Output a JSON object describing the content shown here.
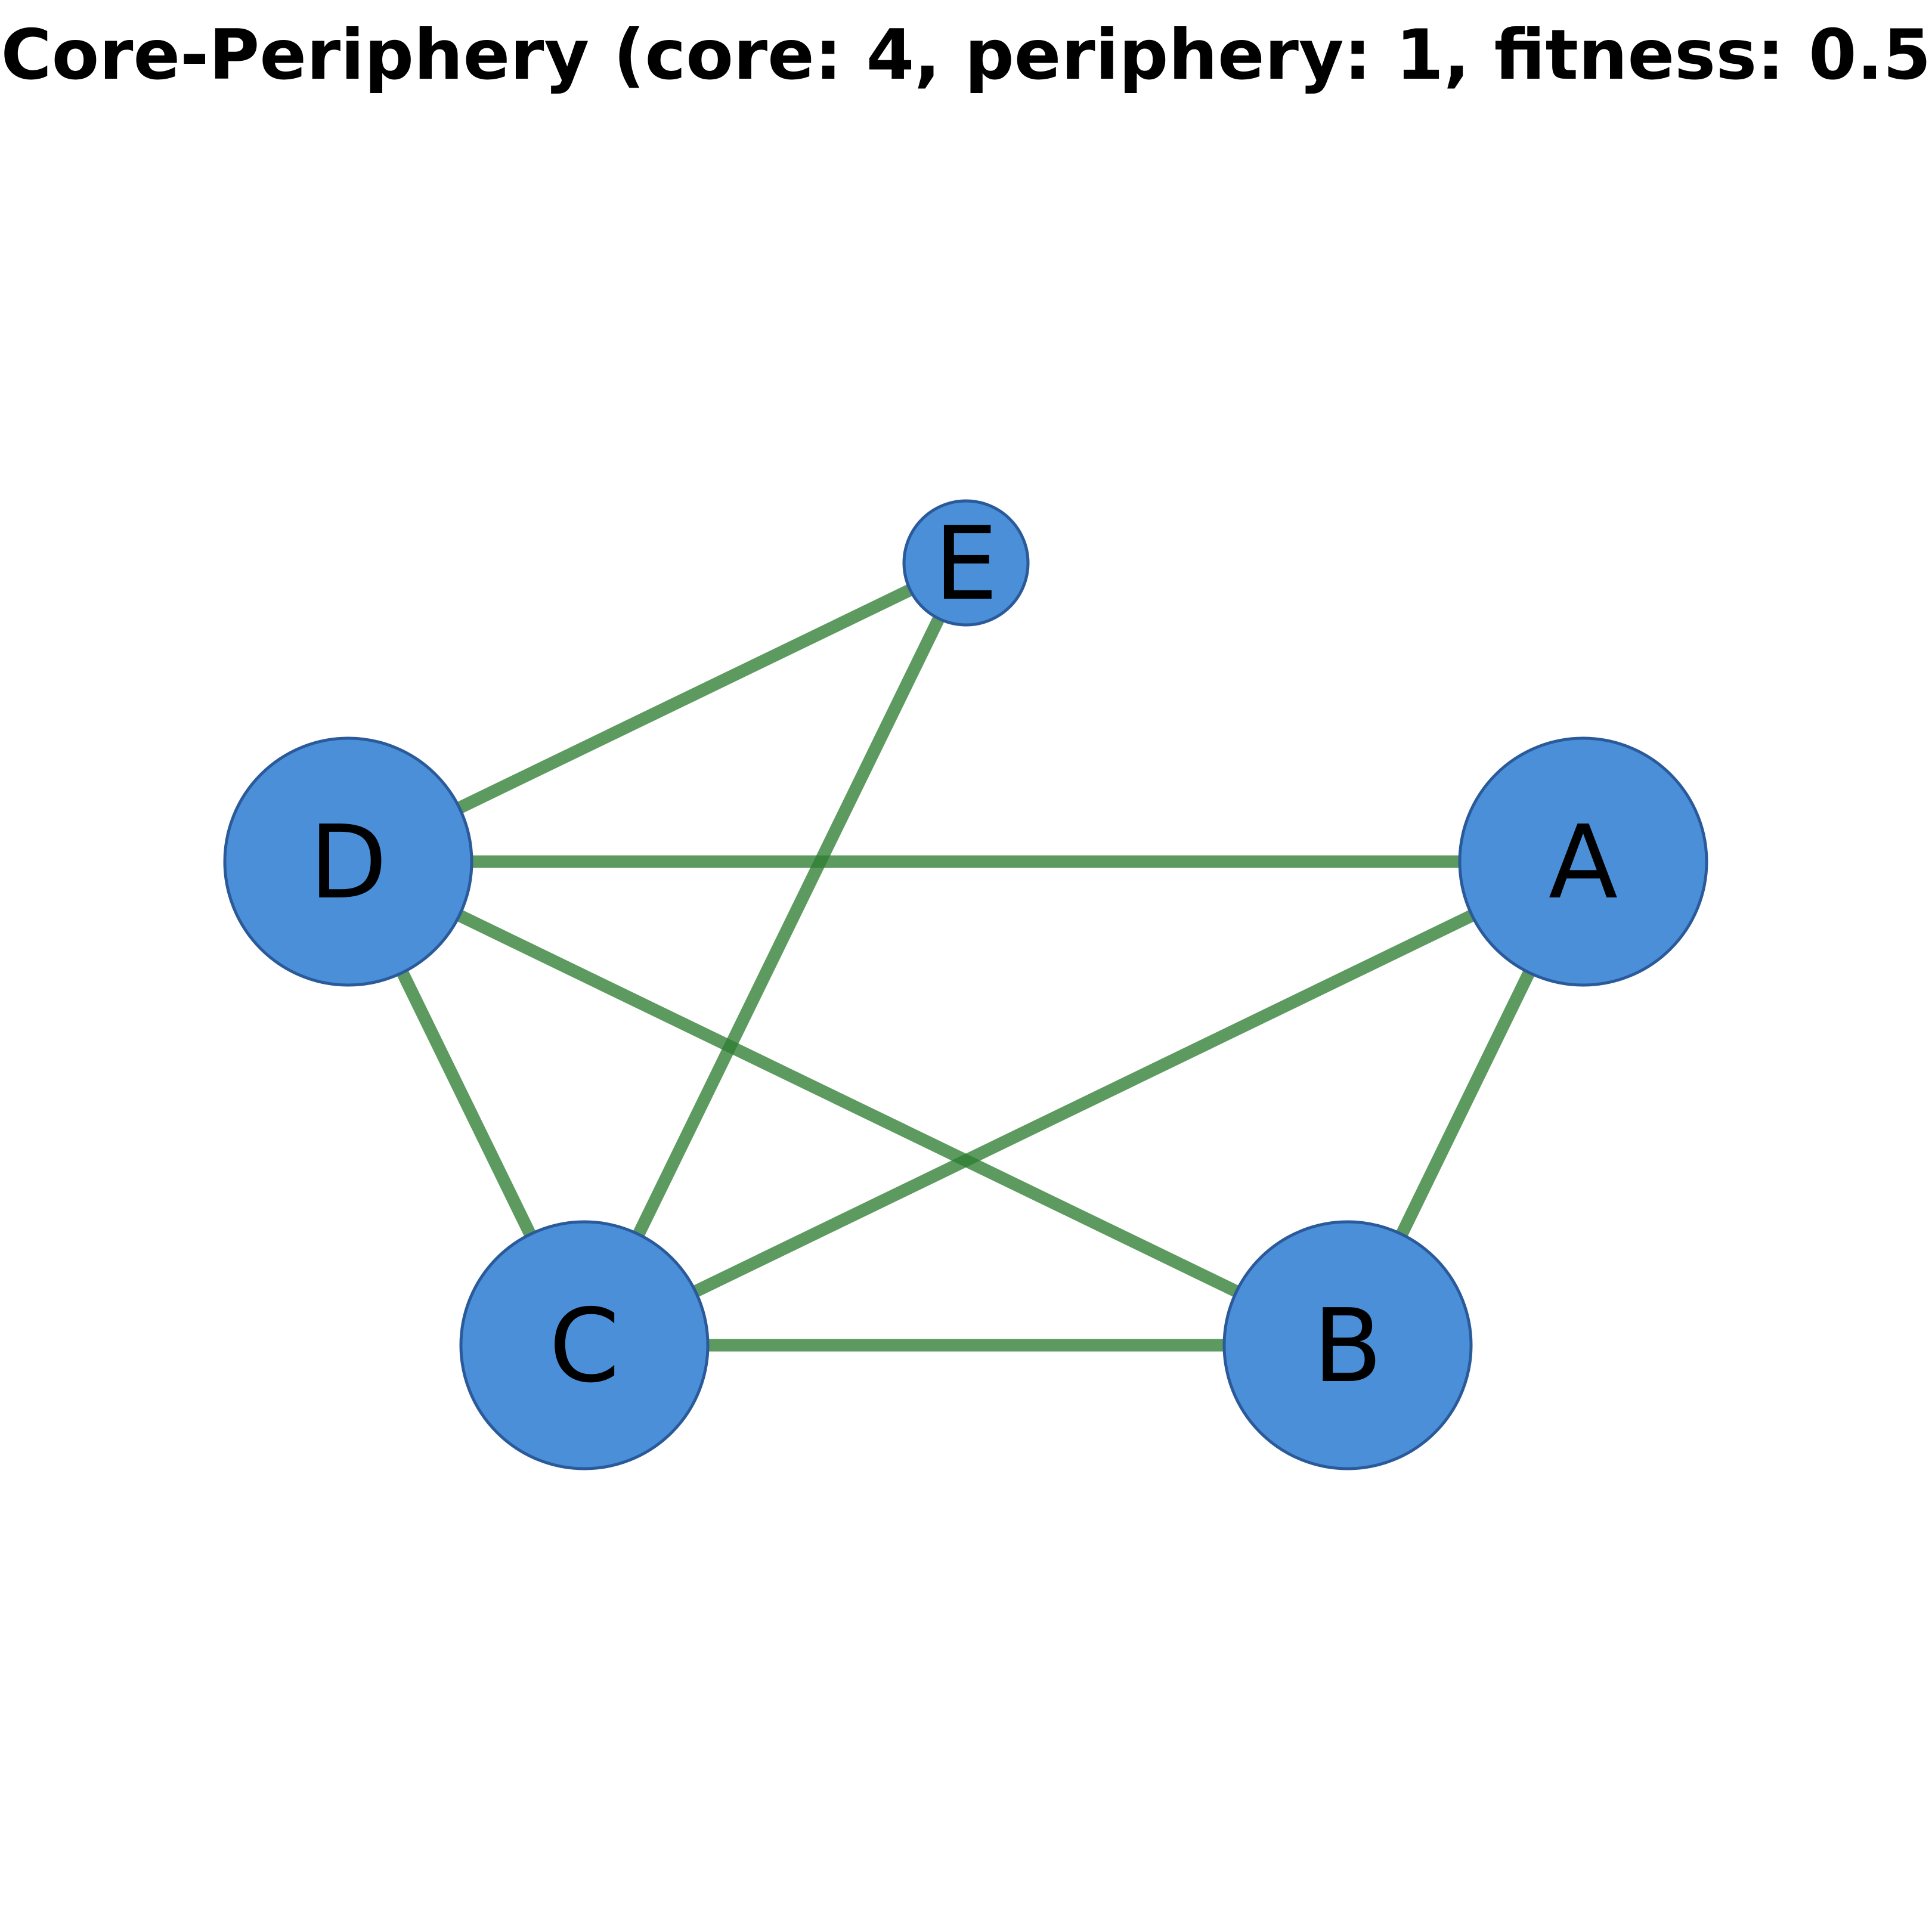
{
  "title": "Core-Periphery (core: 4, periphery: 1, fitness: 0.5",
  "colors": {
    "node_fill": "#4a8fd8",
    "node_stroke": "#2a5a9a",
    "edge": "#2e7d32",
    "background": "#ffffff"
  },
  "nodes": [
    {
      "id": "A",
      "label": "A",
      "group": "core"
    },
    {
      "id": "B",
      "label": "B",
      "group": "core"
    },
    {
      "id": "C",
      "label": "C",
      "group": "core"
    },
    {
      "id": "D",
      "label": "D",
      "group": "core"
    },
    {
      "id": "E",
      "label": "E",
      "group": "periphery"
    }
  ],
  "edges": [
    {
      "source": "D",
      "target": "E"
    },
    {
      "source": "C",
      "target": "E"
    },
    {
      "source": "D",
      "target": "A"
    },
    {
      "source": "D",
      "target": "C"
    },
    {
      "source": "D",
      "target": "B"
    },
    {
      "source": "C",
      "target": "A"
    },
    {
      "source": "A",
      "target": "B"
    },
    {
      "source": "C",
      "target": "B"
    }
  ]
}
